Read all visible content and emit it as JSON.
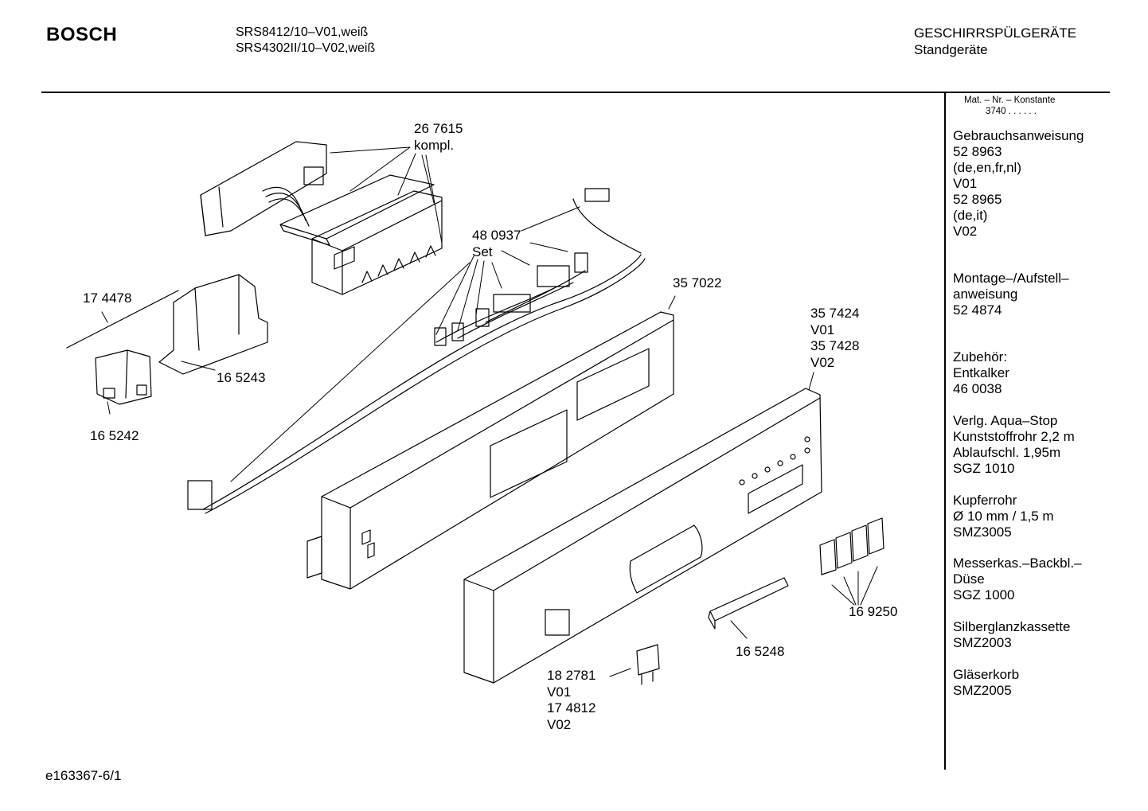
{
  "header": {
    "brand": "BOSCH",
    "models": [
      "SRS8412/10–V01,weiß",
      "SRS4302II/10–V02,weiß"
    ],
    "category": "GESCHIRRSPÜLGERÄTE",
    "subcategory": "Standgeräte"
  },
  "sidebar": {
    "matnr_label": "Mat. – Nr. – Konstante",
    "matnr_value": "3740 . . . . . .",
    "sections": [
      [
        "Gebrauchsanweisung",
        "52 8963",
        "(de,en,fr,nl)",
        "V01",
        "52 8965",
        "(de,it)",
        "V02"
      ],
      [
        "Montage–/Aufstell–",
        "anweisung",
        "52 4874"
      ],
      [
        "Zubehör:",
        "Entkalker",
        "46 0038"
      ],
      [
        "Verlg. Aqua–Stop",
        "Kunststoffrohr 2,2 m",
        "Ablaufschl. 1,95m",
        "SGZ 1010"
      ],
      [
        "Kupferrohr",
        "Ø 10 mm / 1,5 m",
        "SMZ3005"
      ],
      [
        "Messerkas.–Backbl.–",
        "Düse",
        "SGZ 1000"
      ],
      [
        "Silberglanzkassette",
        "SMZ2003"
      ],
      [
        "Gläserkorb",
        "SMZ2005"
      ]
    ]
  },
  "parts": {
    "p267615": [
      "26 7615",
      "kompl."
    ],
    "p480937": [
      "48 0937",
      "Set"
    ],
    "p174478": "17 4478",
    "p165243": "16 5243",
    "p165242": "16 5242",
    "p357022": "35 7022",
    "p357424": [
      "35 7424",
      "V01",
      "35 7428",
      "V02"
    ],
    "p169250": "16 9250",
    "p165248": "16 5248",
    "p182781": [
      "18 2781",
      "V01",
      "17 4812",
      "V02"
    ]
  },
  "footer": {
    "doc_id": "e163367-6/1"
  }
}
